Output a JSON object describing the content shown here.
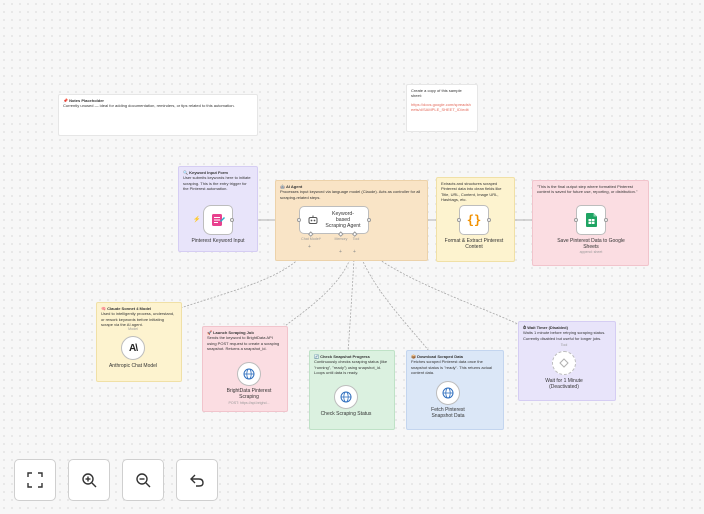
{
  "notes": {
    "sticky": {
      "title": "📌 Notes Placeholder",
      "body": "Currently unused — ideal for adding documentation, reminders, or tips related to this automation."
    },
    "copy": {
      "title": "Create a copy of this sample sheet:",
      "link": "https://docs.google.com/spreadsheets/d/SAMPLE_SHEET_ID/edit"
    },
    "keyword": {
      "title": "🔍 Keyword Input Form",
      "body": "User submits keywords here to initiate scraping. This is the entry trigger for the Pinterest automation."
    },
    "agent": {
      "title": "🤖 AI Agent",
      "body": "Processes input keyword via language model (Claude). Acts as controller for all scraping-related steps."
    },
    "extract": {
      "title": "",
      "body": "Extracts and structures scraped Pinterest data into clean fields like Title, URL, Content, Image URL, Hashtags, etc."
    },
    "final": {
      "title": "",
      "body": "\"This is the final output step where formatted Pinterest content is saved for future use, reporting, or distribution.\""
    },
    "claude": {
      "title": "🧠 Claude Sonnet 4 Model",
      "body": "Used to intelligently process, understand, or rework keywords before initiating scrape via the AI agent."
    },
    "launch": {
      "title": "🚀 Launch Scraping Job",
      "body": "Sends the keyword to BrightData API using POST request to create a scraping snapshot. Returns a snapshot_id."
    },
    "check": {
      "title": "🔄 Check Snapshot Progress",
      "body": "Continuously checks scraping status (like \"running\", \"ready\") using snapshot_id. Loops until data is ready."
    },
    "download": {
      "title": "📦 Download Scraped Data",
      "body": "Fetches scraped Pinterest data once the snapshot status is \"ready\". This returns actual content data."
    },
    "wait": {
      "title": "⏱ Wait Timer (Disabled)",
      "body": "Waits 1 minute before retrying scraping status. Currently disabled but useful for longer jobs."
    }
  },
  "nodes": {
    "form": {
      "label": "Pinterest Keyword Input"
    },
    "agent": {
      "label": "Keyword-based Scraping Agent",
      "ports": [
        "Chat Model*",
        "Memory",
        "Tool"
      ]
    },
    "extract": {
      "label": "Format & Extract Pinterest Content"
    },
    "sheets": {
      "label": "Save Pinterest Data to Google Sheets",
      "sub": "append: sheet"
    },
    "claude": {
      "label": "Anthropic Chat Model",
      "badge": "Model"
    },
    "bright": {
      "label": "BrightData Pinterest Scraping",
      "sub": "POST: https://api.brighd..."
    },
    "checkStatus": {
      "label": "Check Scraping Status"
    },
    "fetch": {
      "label": "Fetch Pinterest Snapshot Data"
    },
    "wait": {
      "label": "Wait for 1 Minute (Deactivated)",
      "badge": "Tool"
    }
  },
  "controls": {
    "fit": "fit-view",
    "zoom_in": "zoom-in",
    "zoom_out": "zoom-out",
    "undo": "undo"
  },
  "colors": {
    "connector": "#9a9a9a",
    "sheets_green": "#1fa463",
    "json_orange": "#f29100",
    "form_pink": "#e8418e",
    "trigger_red": "#e84a5f"
  }
}
